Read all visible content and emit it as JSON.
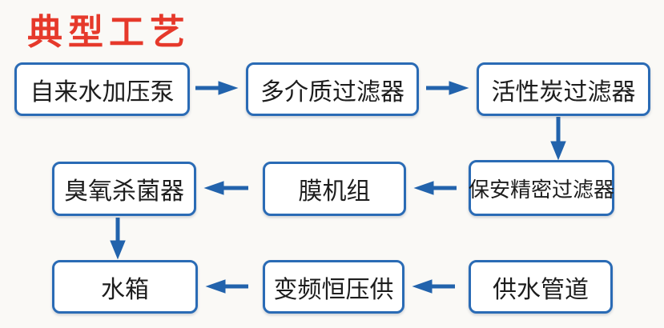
{
  "title": "典型工艺",
  "colors": {
    "title": "#e6392b",
    "box_border": "#2a6bb5",
    "box_fill": "#ffffff",
    "arrow": "#2263ac",
    "text": "#1d1d1d",
    "background": "#faf9f6"
  },
  "flowchart": {
    "nodes": [
      {
        "id": "tap-water-pressure-pump",
        "label": "自来水加压泵"
      },
      {
        "id": "multi-media-filter",
        "label": "多介质过滤器"
      },
      {
        "id": "activated-carbon-filter",
        "label": "活性炭过滤器"
      },
      {
        "id": "ozone-sterilizer",
        "label": "臭氧杀菌器"
      },
      {
        "id": "membrane-unit",
        "label": "膜机组"
      },
      {
        "id": "security-precision-filter",
        "label": "保安精密过滤器"
      },
      {
        "id": "water-tank",
        "label": "水箱"
      },
      {
        "id": "vfd-constant-pressure-supply",
        "label": "变频恒压供"
      },
      {
        "id": "water-supply-pipe",
        "label": "供水管道"
      }
    ],
    "edges": [
      {
        "from": "自来水加压泵",
        "to": "多介质过滤器",
        "direction": "right"
      },
      {
        "from": "多介质过滤器",
        "to": "活性炭过滤器",
        "direction": "right"
      },
      {
        "from": "活性炭过滤器",
        "to": "保安精密过滤器",
        "direction": "down"
      },
      {
        "from": "保安精密过滤器",
        "to": "膜机组",
        "direction": "left"
      },
      {
        "from": "膜机组",
        "to": "臭氧杀菌器",
        "direction": "left"
      },
      {
        "from": "臭氧杀菌器",
        "to": "水箱",
        "direction": "down"
      },
      {
        "from": "供水管道",
        "to": "变频恒压供",
        "direction": "left"
      },
      {
        "from": "变频恒压供",
        "to": "水箱",
        "direction": "left"
      }
    ]
  }
}
